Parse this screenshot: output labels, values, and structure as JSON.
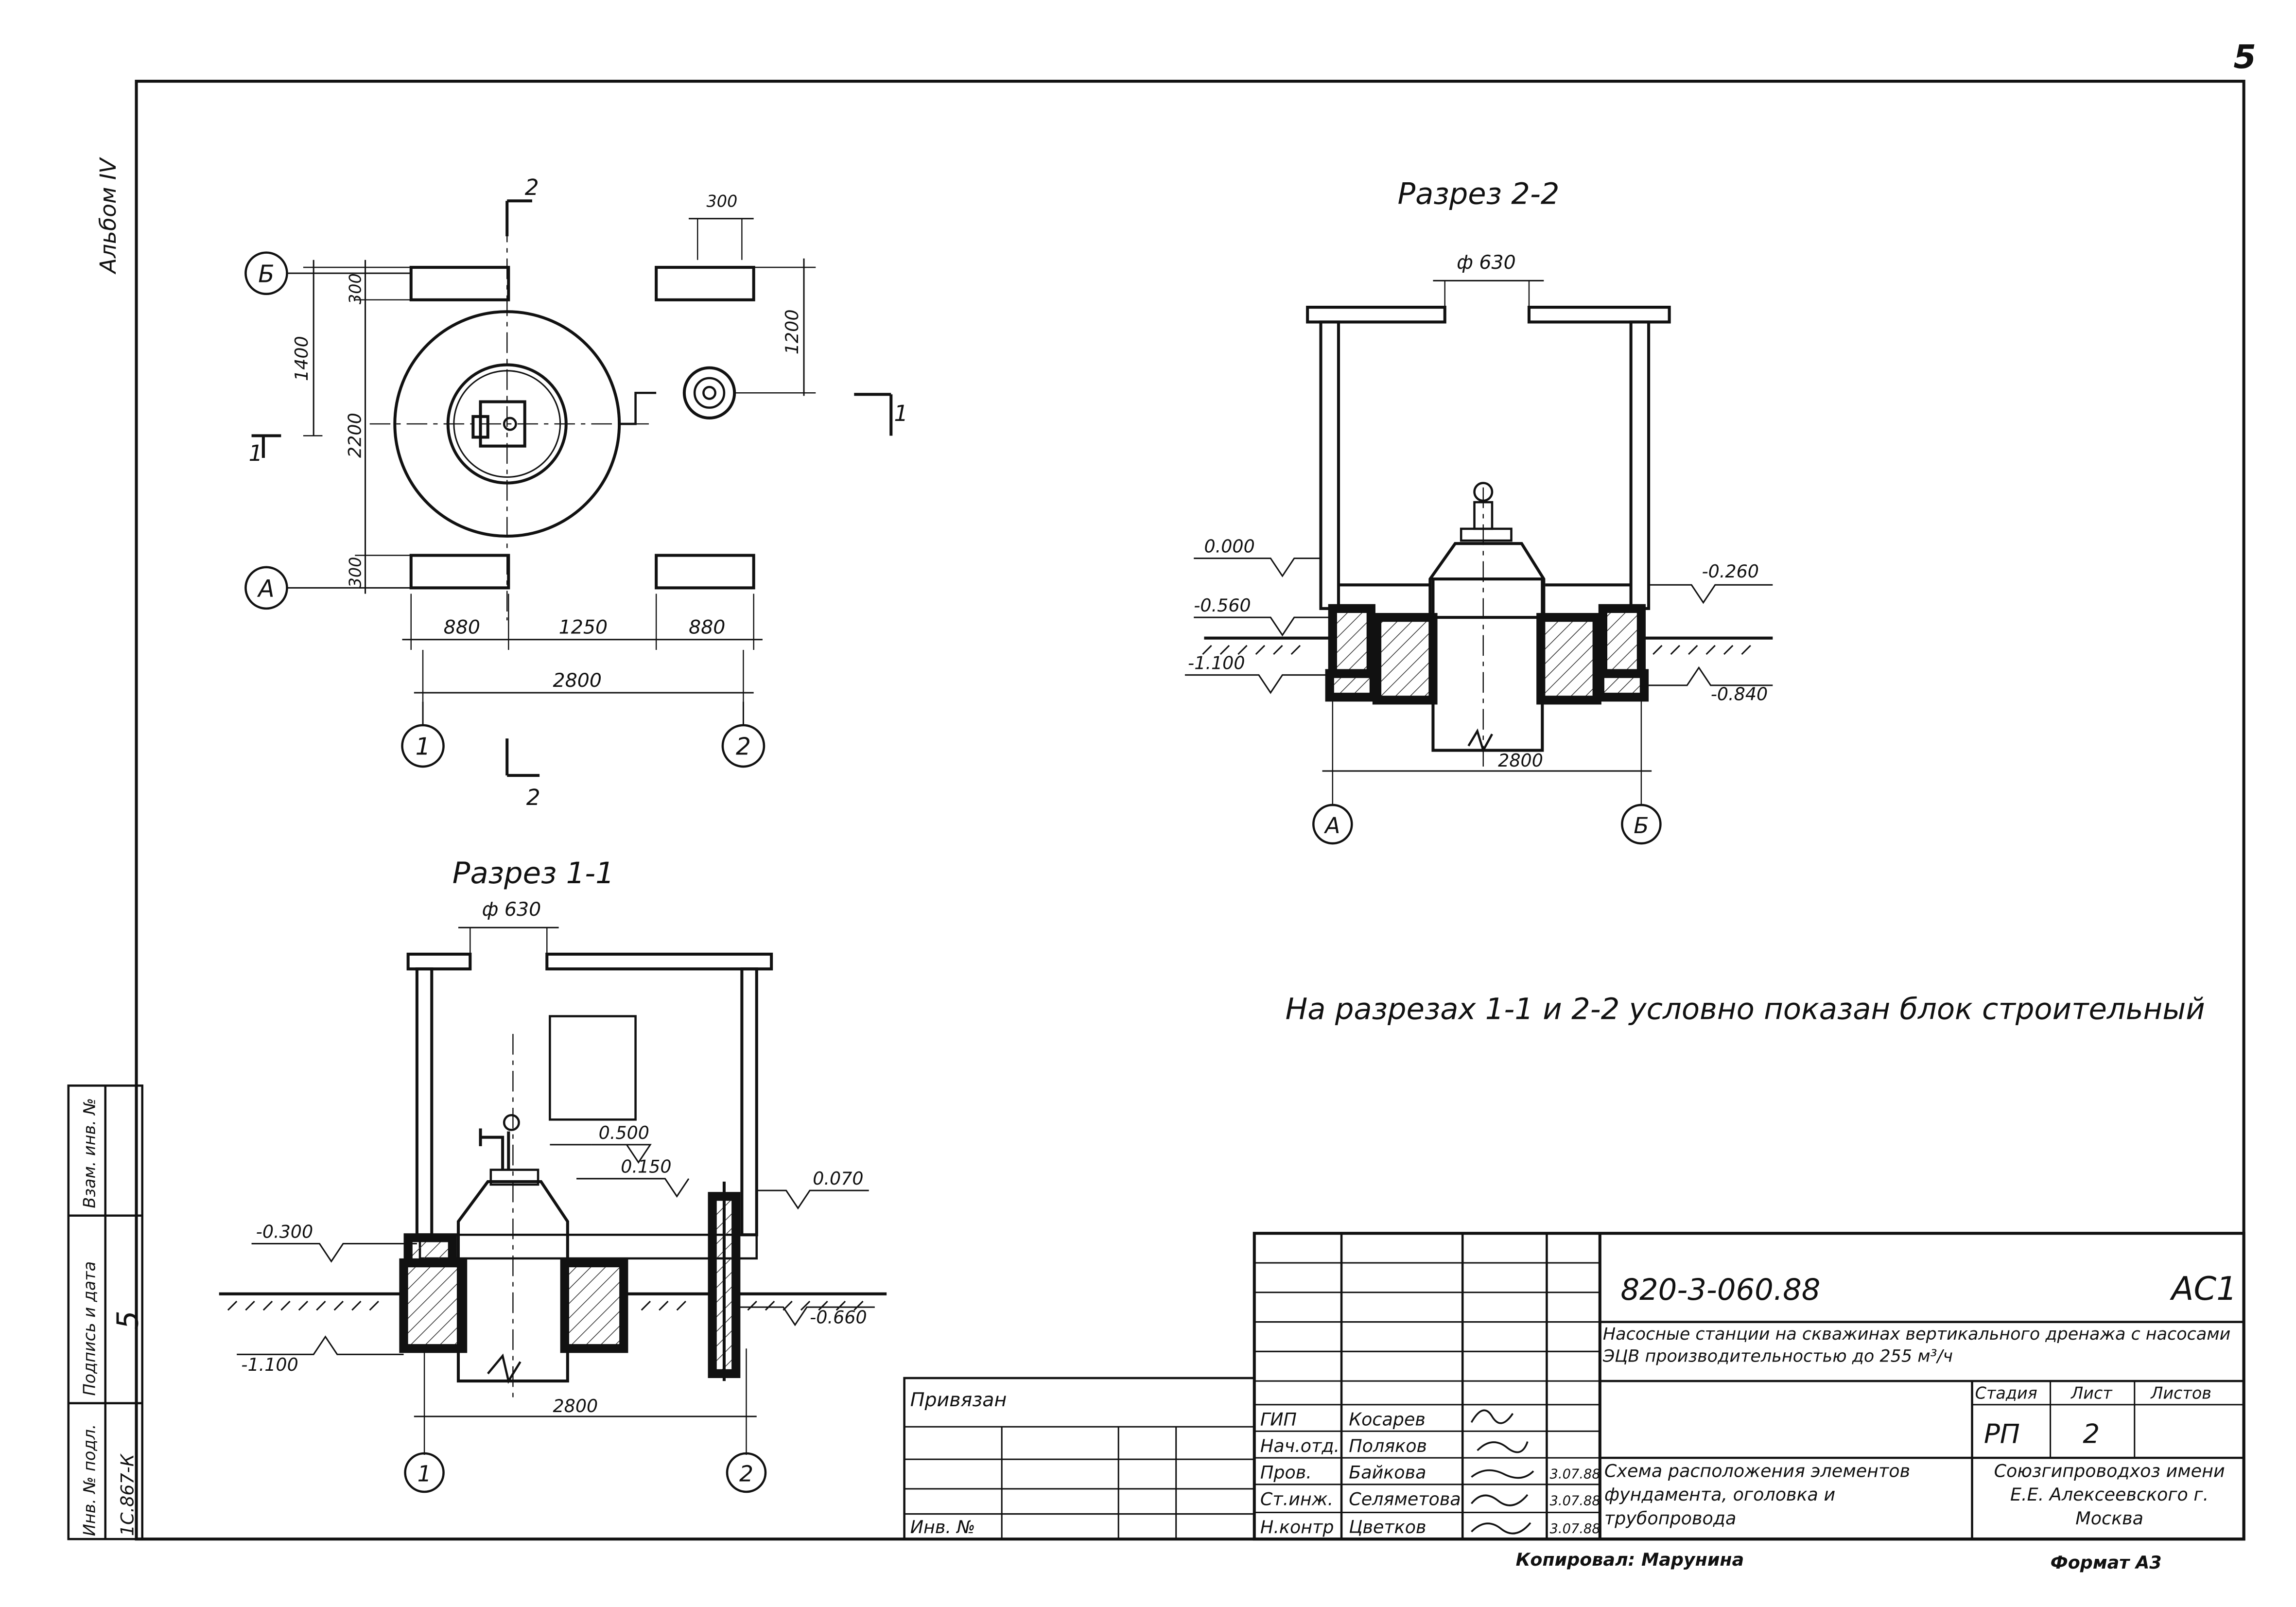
{
  "page_number": "5",
  "album_label": "Альбом IV",
  "plan": {
    "axis_b": "Б",
    "axis_a": "А",
    "axis_1": "1",
    "axis_2": "2",
    "section_mark_2": "2",
    "section_mark_1": "1",
    "dim_300_top": "300",
    "dim_300_left_top": "300",
    "dim_1400": "1400",
    "dim_2200": "2200",
    "dim_1200": "1200",
    "dim_300_left_bottom": "300",
    "dim_880_left": "880",
    "dim_1250": "1250",
    "dim_880_right": "880",
    "dim_2800": "2800"
  },
  "section_2_2": {
    "title": "Разрез 2-2",
    "diameter": "ф 630",
    "level_0000": "0.000",
    "level_0560": "-0.560",
    "level_1100": "-1.100",
    "level_0260": "-0.260",
    "level_0840": "-0.840",
    "dim_2800": "2800",
    "axis_a": "А",
    "axis_b": "Б"
  },
  "section_1_1": {
    "title": "Разрез 1-1",
    "diameter": "ф 630",
    "level_0500": "0.500",
    "level_0150": "0.150",
    "level_0070": "0.070",
    "level_0300": "-0.300",
    "level_0660": "-0.660",
    "level_1100": "-1.100",
    "dim_2800": "2800",
    "axis_1": "1",
    "axis_2": "2"
  },
  "note": "На разрезах 1-1 и 2-2 условно показан блок строительный",
  "title_block": {
    "code": "820-3-060.88",
    "mark": "АС1",
    "project_title": "Насосные станции на скважинах вертикального дренажа с насосами ЭЦВ производительностью до 255 м³/ч",
    "stage_header": "Стадия",
    "sheet_header": "Лист",
    "sheets_header": "Листов",
    "stage": "РП",
    "sheet": "2",
    "sheets": "",
    "drawing_title": "Схема расположения элементов фундамента, оголовка и трубопровода",
    "organization": "Союзгипроводхоз имени Е.Е. Алексеевского г. Москва",
    "privyazan": "Привязан",
    "inv_no": "Инв. №",
    "roles": [
      "ГИП",
      "Нач.отд.",
      "Пров.",
      "Ст.инж.",
      "Н.контр"
    ],
    "names": [
      "Косарев",
      "Поляков",
      "Байкова",
      "Селяметова",
      "Цветков"
    ],
    "dates": [
      "",
      "",
      "3.07.88",
      "3.07.88",
      "3.07.88"
    ],
    "copied_by": "Копировал: Марунина",
    "format": "Формат А3"
  },
  "side_stamp": {
    "inv_label": "Инв. № подл.",
    "inv_value": "1С.867-К",
    "sign_label": "Подпись и дата",
    "sign_value": "5",
    "replace_label": "Взам. инв. №"
  }
}
